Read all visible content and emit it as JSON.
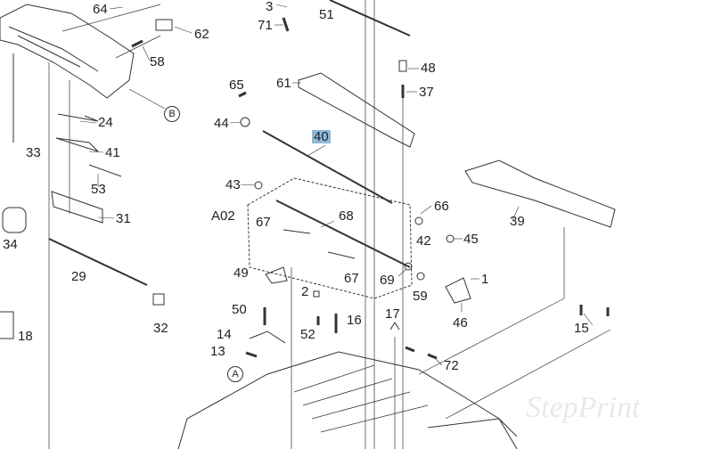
{
  "diagram": {
    "watermark": "StepPrint",
    "callouts": {
      "c64": "64",
      "c62": "62",
      "c58": "58",
      "c24": "24",
      "c33": "33",
      "c41": "41",
      "c53": "53",
      "c31": "31",
      "c34": "34",
      "c29": "29",
      "c32": "32",
      "c18": "18",
      "c3": "3",
      "c71": "71",
      "c51": "51",
      "c48": "48",
      "c37": "37",
      "c61": "61",
      "c65": "65",
      "c44": "44",
      "c40": "40",
      "c43": "43",
      "c66": "66",
      "cA02": "A02",
      "c67a": "67",
      "c68": "68",
      "c39": "39",
      "c42": "42",
      "c45": "45",
      "c49": "49",
      "c67b": "67",
      "c69": "69",
      "c59": "59",
      "c1": "1",
      "c2": "2",
      "c46": "46",
      "c17": "17",
      "c50": "50",
      "c16": "16",
      "c52": "52",
      "c15": "15",
      "c14": "14",
      "c13": "13",
      "c72": "72"
    },
    "refs": {
      "B": "B",
      "A": "A"
    },
    "highlighted_callout": "40"
  }
}
